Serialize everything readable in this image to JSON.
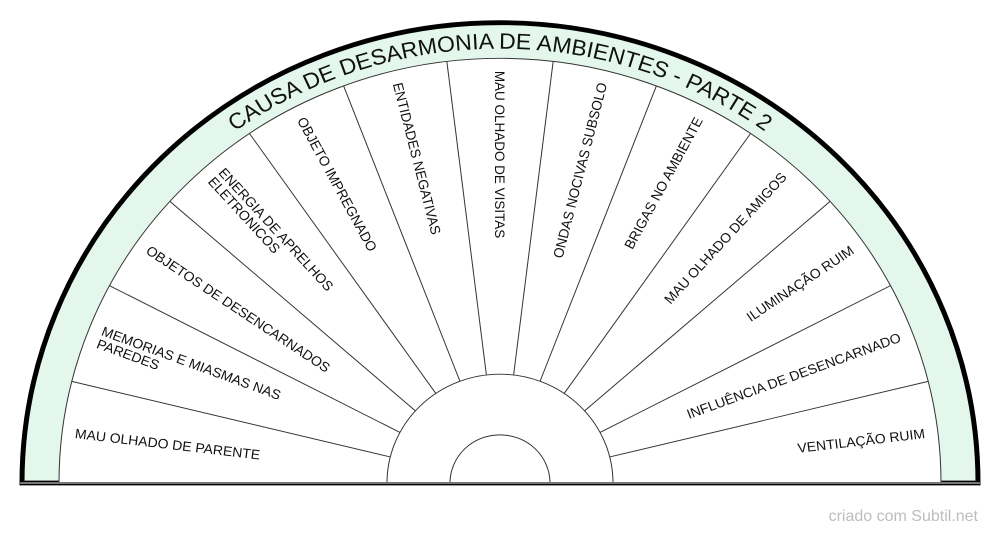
{
  "title": "CAUSA DE DESARMONIA DE AMBIENTES - PARTE 2",
  "labels": [
    {
      "lines": [
        "MAU OLHADO DE PARENTE"
      ]
    },
    {
      "lines": [
        "MEMORIAS E MIASMAS NAS",
        "PAREDES"
      ]
    },
    {
      "lines": [
        "OBJETOS DE DESENCARNADOS"
      ]
    },
    {
      "lines": [
        "ENERGIA DE APRELHOS",
        "ELETRONICOS"
      ]
    },
    {
      "lines": [
        "OBJETO IMPREGNADO"
      ]
    },
    {
      "lines": [
        "ENTIDADES NEGATIVAS"
      ]
    },
    {
      "lines": [
        "MAU OLHADO DE VISITAS"
      ]
    },
    {
      "lines": [
        "ONDAS NOCIVAS SUBSOLO"
      ]
    },
    {
      "lines": [
        "BRIGAS NO AMBIENTE"
      ]
    },
    {
      "lines": [
        "MAU OLHADO DE AMIGOS"
      ]
    },
    {
      "lines": [
        "ILUMINAÇÃO RUIM"
      ]
    },
    {
      "lines": [
        "INFLUÊNCIA DE DESENCARNADO"
      ]
    },
    {
      "lines": [
        "VENTILAÇÃO RUIM"
      ]
    }
  ],
  "watermark": "criado com Subtil.net",
  "colors": {
    "band": "#e3f7ec",
    "rim": "#000000",
    "lines": "#333333",
    "base": "#777777"
  }
}
